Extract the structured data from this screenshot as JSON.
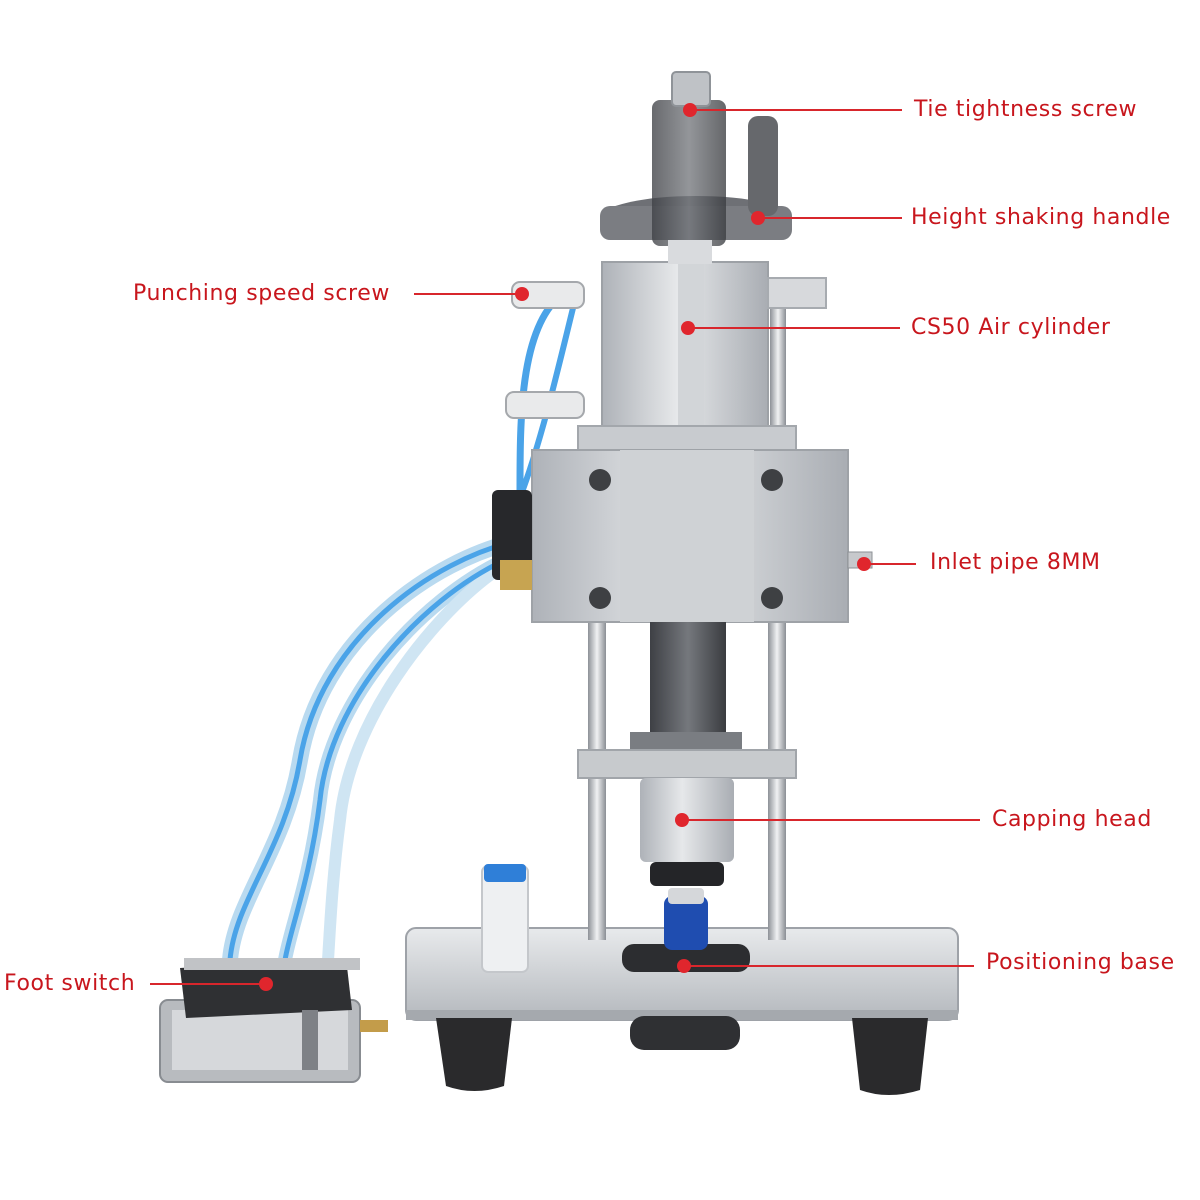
{
  "colors": {
    "label": "#c8161d",
    "leader": "#d8262c",
    "dot": "#e0262d",
    "aluminum": "#c9ccd1",
    "tube": "#4aa3e8",
    "rubber": "#2a2a2c"
  },
  "callouts": [
    {
      "id": "tie-tightness-screw",
      "text": "Tie tightness screw"
    },
    {
      "id": "height-shaking-handle",
      "text": "Height shaking handle"
    },
    {
      "id": "punching-speed-screw",
      "text": "Punching speed screw"
    },
    {
      "id": "cs50-air-cylinder",
      "text": "CS50 Air cylinder"
    },
    {
      "id": "inlet-pipe-8mm",
      "text": "Inlet pipe 8MM"
    },
    {
      "id": "capping-head",
      "text": "Capping head"
    },
    {
      "id": "foot-switch",
      "text": "Foot switch"
    },
    {
      "id": "positioning-base",
      "text": "Positioning base"
    }
  ]
}
